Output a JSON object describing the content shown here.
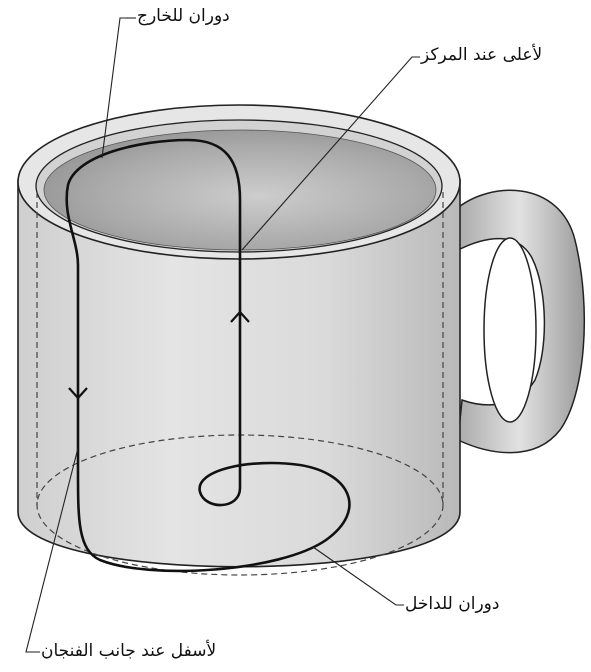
{
  "labels": {
    "outward_loop": "دوران للخارج",
    "up_center": "لأعلى عند المركز",
    "inward_loop": "دوران للداخل",
    "down_side": "لأسفل عند جانب الفنجان"
  },
  "colors": {
    "cup_body": "#dcdcdc",
    "cup_shadow": "#b8b8b8",
    "handle": "#c8c8c8",
    "liquid_surface": "#a8a8a8",
    "rim": "#e6e6e6",
    "path_line": "#111111",
    "dashed_outline": "#444444"
  }
}
